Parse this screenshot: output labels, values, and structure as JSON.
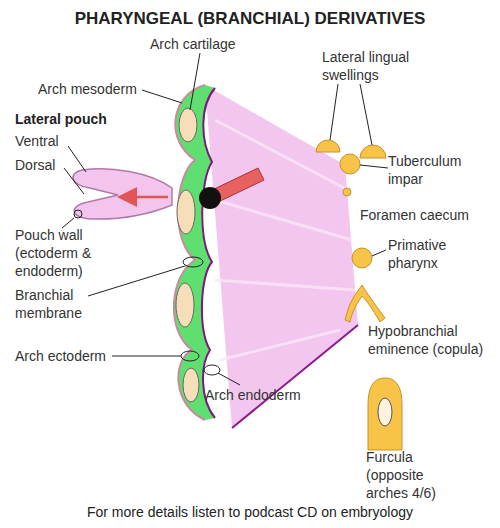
{
  "diagram": {
    "title": "PHARYNGEAL (BRANCHIAL) DERIVATIVES",
    "caption": "For more details listen to podcast CD on embryology",
    "labels": [
      "Arch cartilage",
      "Arch mesoderm",
      "Lateral pouch",
      "Ventral",
      "Dorsal",
      "Pouch wall (ectoderm & endoderm)",
      "Branchial membrane",
      "Arch ectoderm",
      "Arch endoderm",
      "Lateral lingual swellings",
      "Tuberculum impar",
      "Foramen caecum",
      "Primative pharynx",
      "Hypobranchial eminence (copula)",
      "Furcula (opposite arches 4/6)"
    ]
  }
}
